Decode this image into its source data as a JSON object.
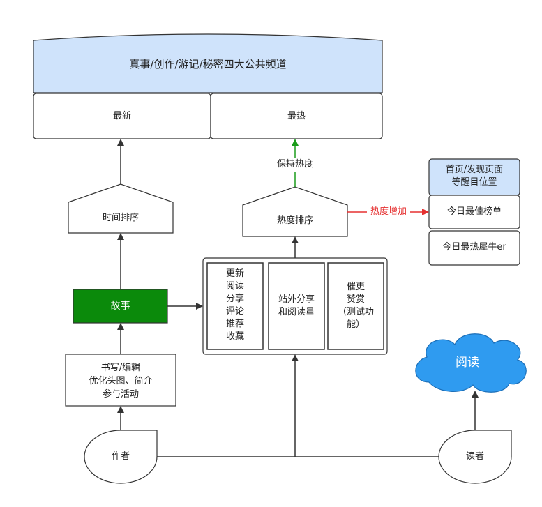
{
  "channels": {
    "title": "真事/创作/游记/秘密四大公共频道",
    "latest": "最新",
    "hottest": "最热"
  },
  "sorting": {
    "time_sort": "时间排序",
    "heat_sort": "热度排序",
    "keep_heat": "保持热度",
    "heat_increase": "热度增加"
  },
  "story": "故事",
  "metrics": {
    "internal": [
      "更新",
      "阅读",
      "分享",
      "评论",
      "推荐",
      "收藏"
    ],
    "external": [
      "站外分享",
      "和阅读量"
    ],
    "urge": [
      "催更",
      "赞赏",
      "（测试功",
      "能）"
    ]
  },
  "author_actions": [
    "书写/编辑",
    "优化头图、简介",
    "参与活动"
  ],
  "homepage": {
    "header": [
      "首页/发现页面",
      "等醒目位置"
    ],
    "best_list": "今日最佳榜单",
    "hot_list": "今日最热犀牛er"
  },
  "cloud": "阅读",
  "author": "作者",
  "reader": "读者",
  "colors": {
    "blue_fill": "#cfe3fb",
    "green_fill": "#0b8a0b",
    "cloud_fill": "#2f9bf0",
    "green_arrow": "#1a9c1a",
    "red_arrow": "#e53030",
    "stroke": "#333333"
  }
}
